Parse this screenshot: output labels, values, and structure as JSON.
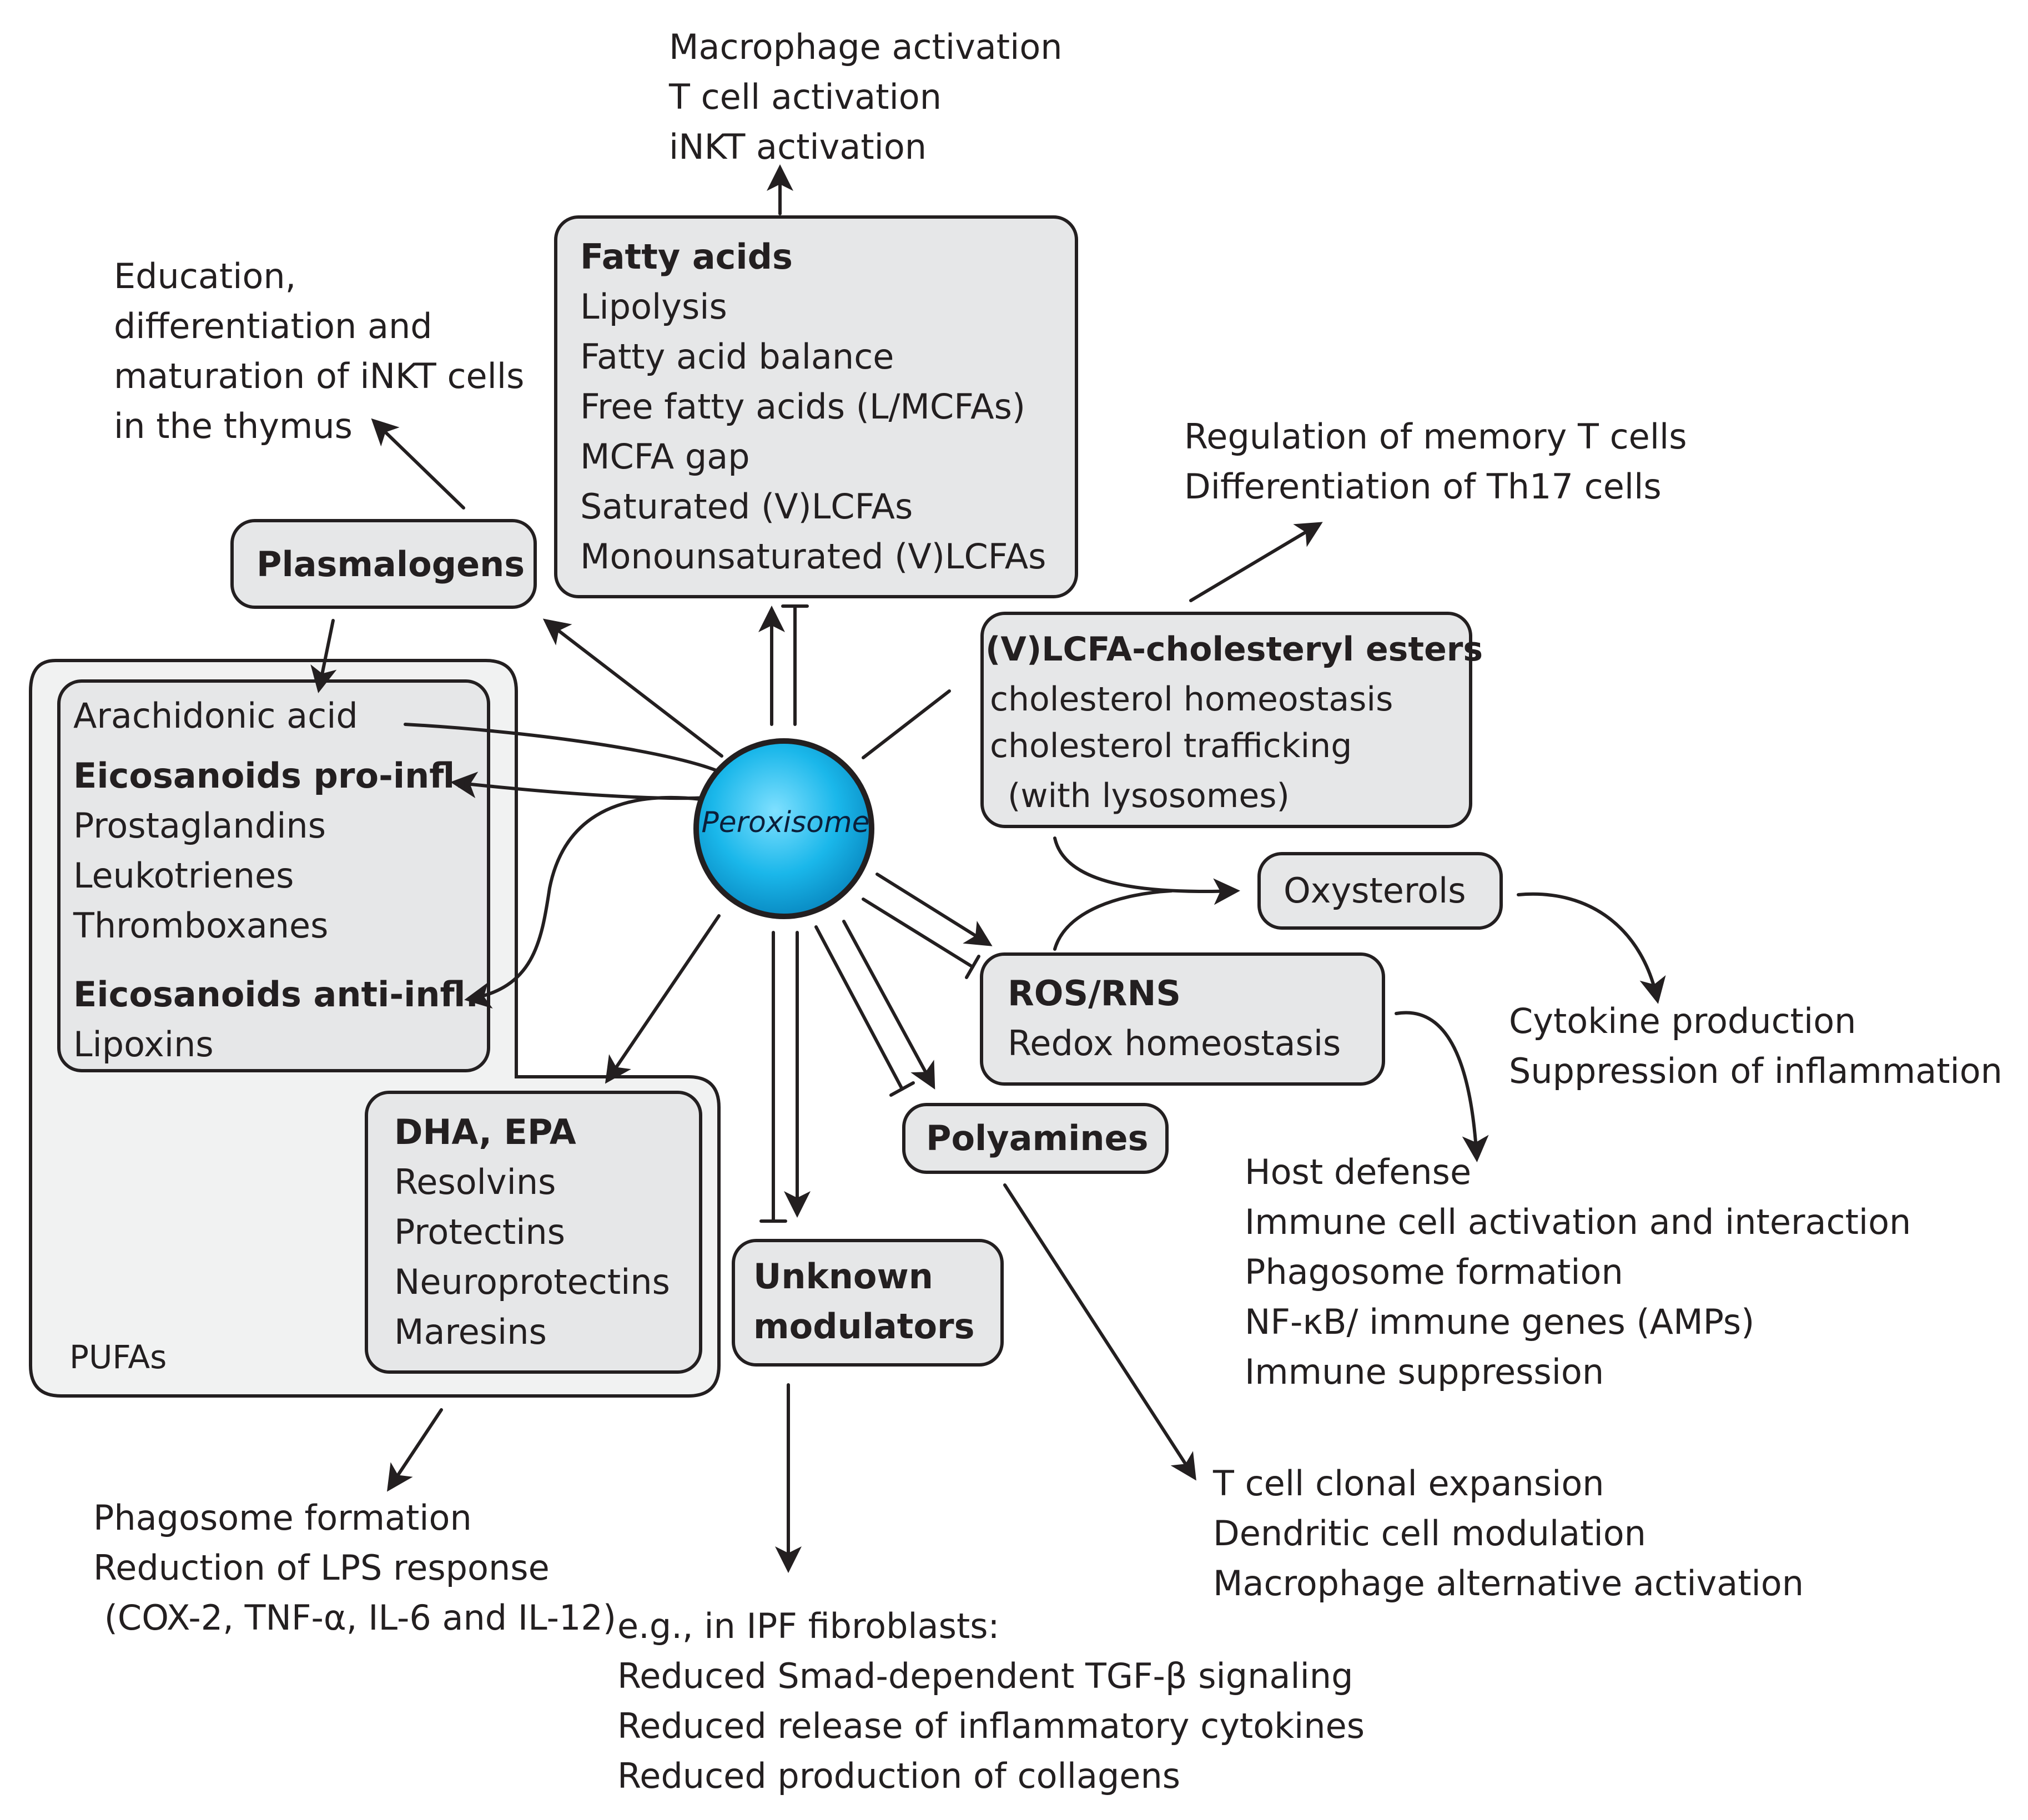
{
  "center": {
    "label": "Peroxisome",
    "fill": "#1ab7ea"
  },
  "colors": {
    "box_fill": "#e6e7e8",
    "pufa_fill": "#f1f2f2",
    "stroke": "#231f20"
  },
  "top_effects": [
    "Macrophage activation",
    "T cell activation",
    "iNKT activation"
  ],
  "fatty_acids": {
    "title": "Fatty acids",
    "items": [
      "Lipolysis",
      "Fatty acid balance",
      "Free fatty acids (L/MCFAs)",
      "MCFA gap",
      "Saturated (V)LCFAs",
      "Monounsaturated (V)LCFAs"
    ]
  },
  "inkt_effects": [
    "Education,",
    "differentiation and",
    "maturation of iNKT cells",
    "in the thymus"
  ],
  "plasmalogens": {
    "title": "Plasmalogens"
  },
  "memory_effects": [
    "Regulation of memory T cells",
    "Differentiation of Th17 cells"
  ],
  "cholesteryl": {
    "title": "(V)LCFA-cholesteryl esters",
    "items": [
      "cholesterol homeostasis",
      "cholesterol trafficking",
      "(with lysosomes)"
    ]
  },
  "arachidonic": {
    "line1": "Arachidonic acid",
    "pro_title": "Eicosanoids pro-infl.",
    "pro_items": [
      "Prostaglandins",
      "Leukotrienes",
      "Thromboxanes"
    ],
    "anti_title": "Eicosanoids anti-infl.",
    "anti_items": [
      "Lipoxins"
    ]
  },
  "dha_epa": {
    "title": "DHA, EPA",
    "items": [
      "Resolvins",
      "Protectins",
      "Neuroprotectins",
      "Maresins"
    ]
  },
  "pufas_label": "PUFAs",
  "oxysterols": {
    "title": "Oxysterols"
  },
  "ros": {
    "title": "ROS/RNS",
    "items": [
      "Redox homeostasis"
    ]
  },
  "polyamines": {
    "title": "Polyamines"
  },
  "unknown": {
    "title": [
      "Unknown",
      "modulators"
    ]
  },
  "cytokine_effects": [
    "Cytokine production",
    "Suppression of inflammation"
  ],
  "host_effects": [
    "Host defense",
    "Immune cell activation and interaction",
    "Phagosome formation",
    "NF-κB/ immune genes (AMPs)",
    "Immune suppression"
  ],
  "pufa_effects": [
    "Phagosome formation",
    "Reduction of LPS response",
    " (COX-2, TNF-α, IL-6 and IL-12)"
  ],
  "polyamine_effects": [
    "T cell clonal expansion",
    "Dendritic cell modulation",
    "Macrophage alternative activation"
  ],
  "unknown_effects": [
    "e.g., in IPF fibroblasts:",
    "Reduced Smad-dependent TGF-β signaling",
    "Reduced release of inflammatory cytokines",
    "Reduced production of collagens"
  ]
}
